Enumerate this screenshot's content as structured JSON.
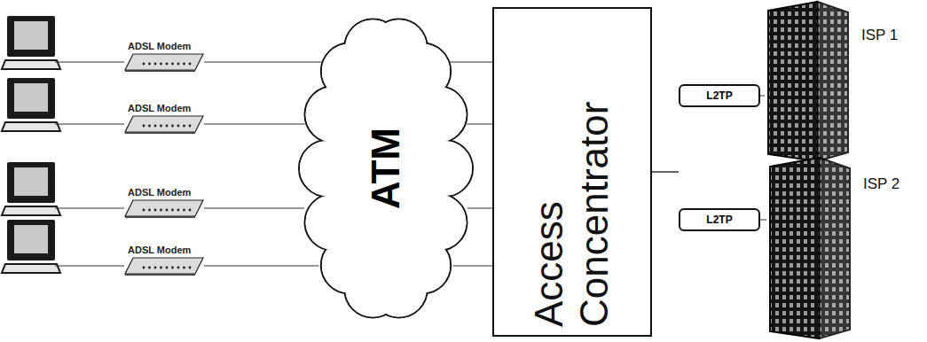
{
  "diagram": {
    "nodes": [
      {
        "text": [
          "ADSL Modem"
        ]
      },
      {
        "text": [
          "ADSL Modem"
        ]
      },
      {
        "text": [
          "ADSL Modem"
        ]
      },
      {
        "text": [
          "ADSL Modem"
        ]
      },
      {
        "text": [
          "ATM"
        ]
      },
      {
        "text": [
          "Access Concentrator"
        ]
      },
      {
        "text": [
          "L2TP"
        ]
      },
      {
        "text": [
          "ISP 1"
        ]
      },
      {
        "text": [
          "L2TP"
        ]
      },
      {
        "text": [
          "ISP 2"
        ]
      }
    ],
    "edges": [
      {
        "from": 0,
        "to": 4,
        "arrow": "none"
      },
      {
        "from": 1,
        "to": 4,
        "arrow": "none"
      },
      {
        "from": 2,
        "to": 4,
        "arrow": "none"
      },
      {
        "from": 3,
        "to": 4,
        "arrow": "none"
      },
      {
        "from": 4,
        "to": 5,
        "arrow": "none"
      },
      {
        "from": 4,
        "to": 5,
        "arrow": "none"
      },
      {
        "from": 4,
        "to": 5,
        "arrow": "none"
      },
      {
        "from": 4,
        "to": 5,
        "arrow": "none"
      },
      {
        "from": 5,
        "to": 6,
        "arrow": "none"
      },
      {
        "from": 6,
        "to": 7,
        "arrow": "none"
      },
      {
        "from": 5,
        "to": 8,
        "arrow": "none"
      },
      {
        "from": 8,
        "to": 9,
        "arrow": "none"
      }
    ]
  }
}
